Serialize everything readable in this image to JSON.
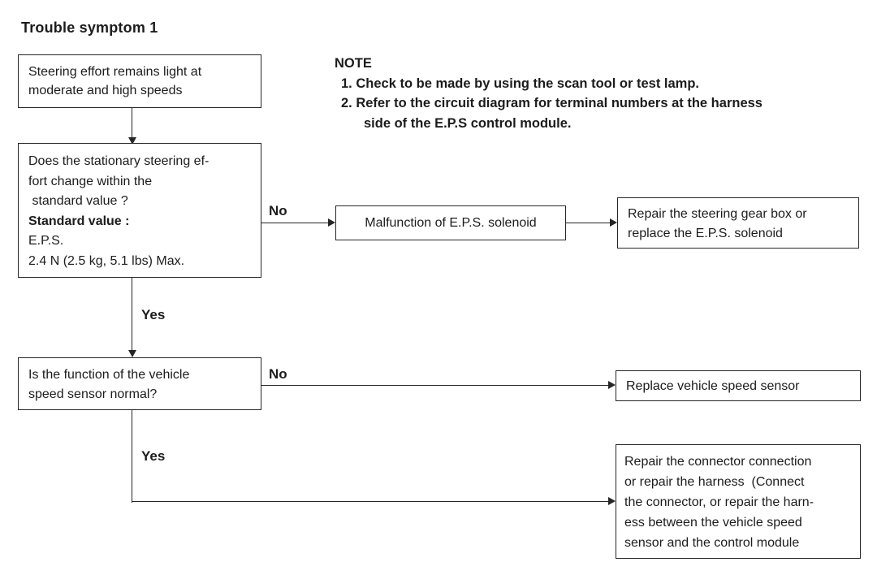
{
  "title": "Trouble symptom 1",
  "note": {
    "title": "NOTE",
    "lines": [
      "1. Check to be made by using the scan tool or test lamp.",
      "2. Refer to the circuit diagram for terminal numbers at the harness",
      "side of the E.P.S control module."
    ]
  },
  "flow": {
    "symptom": {
      "lines": [
        "Steering effort remains light at",
        "moderate and high speeds"
      ]
    },
    "decision1": {
      "question_lines": [
        "Does the stationary steering ef-",
        "fort change within the",
        " standard value ?"
      ],
      "standard_label": "Standard value :",
      "standard_lines": [
        "E.P.S.",
        "2.4 N (2.5 kg, 5.1 lbs) Max."
      ]
    },
    "malfunction": {
      "text": "Malfunction of E.P.S. solenoid"
    },
    "repair_gearbox": {
      "lines": [
        "Repair the steering gear box or",
        "replace the E.P.S. solenoid"
      ]
    },
    "decision2": {
      "lines": [
        "Is the function of the vehicle",
        "speed sensor normal?"
      ]
    },
    "replace_sensor": {
      "text": "Replace vehicle speed sensor"
    },
    "repair_connector": {
      "lines": [
        "Repair the connector connection",
        "or repair the harness  (Connect",
        "the connector, or repair the harn-",
        "ess between the vehicle speed",
        "sensor and the control module"
      ]
    },
    "labels": {
      "no1": "No",
      "yes1": "Yes",
      "no2": "No",
      "yes2": "Yes"
    }
  },
  "colors": {
    "text": "#1c1c1c",
    "border": "#262626",
    "background": "#ffffff"
  }
}
